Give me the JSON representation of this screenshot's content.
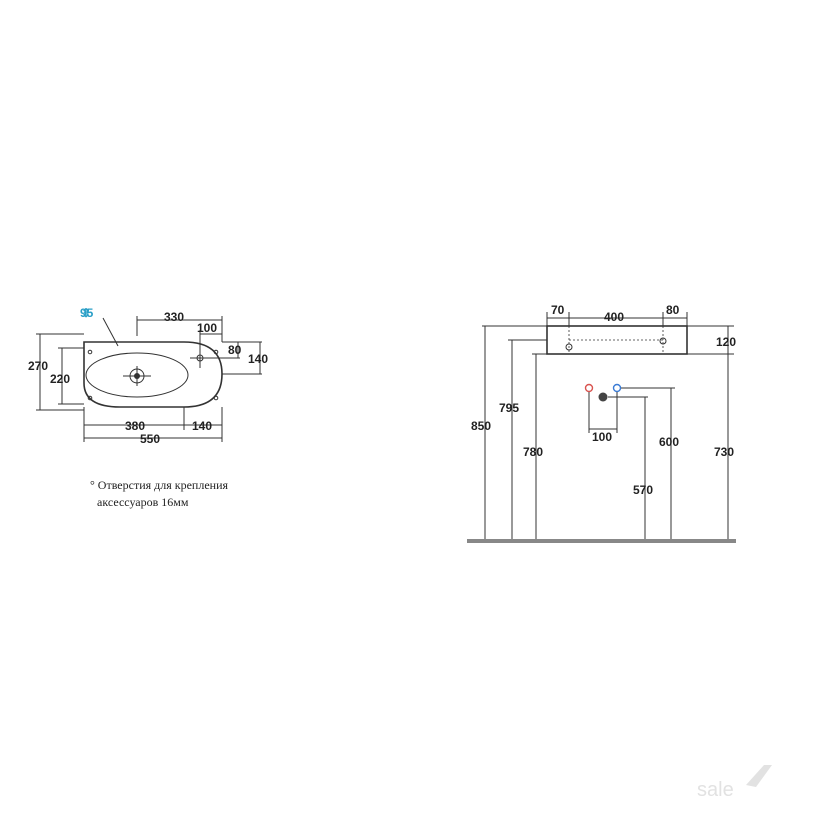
{
  "top_view": {
    "hole_diameter": "95",
    "dims": {
      "d330": "330",
      "d100": "100",
      "d80": "80",
      "d140_right": "140",
      "d270": "270",
      "d220": "220",
      "d380": "380",
      "d140_bottom": "140",
      "d550": "550"
    },
    "note_line1": "° Отверстия для крепления",
    "note_line2": "аксессуаров 16мм"
  },
  "front_view": {
    "dims": {
      "d70": "70",
      "d400": "400",
      "d80": "80",
      "d120": "120",
      "d850": "850",
      "d795": "795",
      "d780": "780",
      "d100": "100",
      "d600": "600",
      "d570": "570",
      "d730": "730"
    },
    "colors": {
      "hot": "#d9534f",
      "cold": "#3a7bd5",
      "drain": "#444444",
      "floor": "#888888"
    }
  },
  "watermark": "sale"
}
